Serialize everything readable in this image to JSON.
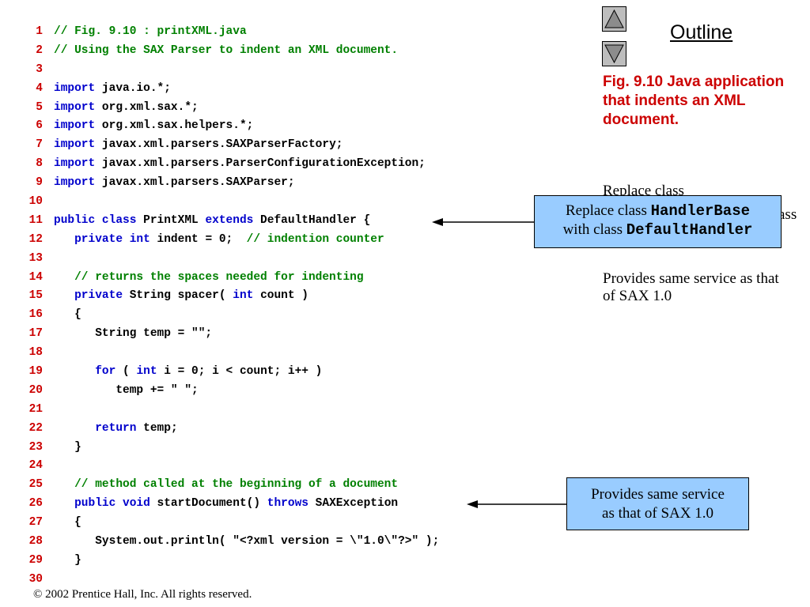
{
  "outline_label": "Outline",
  "caption": "Fig. 9.10  Java application that indents an XML document.",
  "notes": {
    "replace": "Replace class HandlerBase with class DefaultHandler",
    "replace_cut_top": "Replace class",
    "replace_cut_right": "ass",
    "service": "Provides same service as that of SAX 1.0"
  },
  "callouts": {
    "replace": {
      "pre": "Replace class ",
      "code1": "HandlerBase",
      "mid": "with class ",
      "code2": "DefaultHandler"
    },
    "service": {
      "line1": "Provides same service",
      "line2": "as that of SAX 1.0"
    }
  },
  "footer": "© 2002 Prentice Hall, Inc.  All rights reserved.",
  "code_lines": [
    [
      {
        "t": "// Fig. 9.10 : printXML.java",
        "c": "cm"
      }
    ],
    [
      {
        "t": "// Using the SAX Parser to indent an XML document.",
        "c": "cm"
      }
    ],
    [],
    [
      {
        "t": "import",
        "c": "kw"
      },
      {
        "t": " java.io.*;"
      }
    ],
    [
      {
        "t": "import",
        "c": "kw"
      },
      {
        "t": " org.xml.sax.*;"
      }
    ],
    [
      {
        "t": "import",
        "c": "kw"
      },
      {
        "t": " org.xml.sax.helpers.*;"
      }
    ],
    [
      {
        "t": "import",
        "c": "kw"
      },
      {
        "t": " javax.xml.parsers.SAXParserFactory;"
      }
    ],
    [
      {
        "t": "import",
        "c": "kw"
      },
      {
        "t": " javax.xml.parsers.ParserConfigurationException;"
      }
    ],
    [
      {
        "t": "import",
        "c": "kw"
      },
      {
        "t": " javax.xml.parsers.SAXParser;"
      }
    ],
    [],
    [
      {
        "t": "public class",
        "c": "kw"
      },
      {
        "t": " PrintXML "
      },
      {
        "t": "extends",
        "c": "kw"
      },
      {
        "t": " DefaultHandler {"
      }
    ],
    [
      {
        "t": "   "
      },
      {
        "t": "private int",
        "c": "kw"
      },
      {
        "t": " indent = 0;  "
      },
      {
        "t": "// indention counter",
        "c": "cm"
      }
    ],
    [],
    [
      {
        "t": "   "
      },
      {
        "t": "// returns the spaces needed for indenting",
        "c": "cm"
      }
    ],
    [
      {
        "t": "   "
      },
      {
        "t": "private",
        "c": "kw"
      },
      {
        "t": " String spacer( "
      },
      {
        "t": "int",
        "c": "kw"
      },
      {
        "t": " count )"
      }
    ],
    [
      {
        "t": "   {"
      }
    ],
    [
      {
        "t": "      String temp = \"\";"
      }
    ],
    [],
    [
      {
        "t": "      "
      },
      {
        "t": "for",
        "c": "kw"
      },
      {
        "t": " ( "
      },
      {
        "t": "int",
        "c": "kw"
      },
      {
        "t": " i = 0; i < count; i++ )"
      }
    ],
    [
      {
        "t": "         temp += \" \";"
      }
    ],
    [],
    [
      {
        "t": "      "
      },
      {
        "t": "return",
        "c": "kw"
      },
      {
        "t": " temp;"
      }
    ],
    [
      {
        "t": "   }"
      }
    ],
    [],
    [
      {
        "t": "   "
      },
      {
        "t": "// method called at the beginning of a document",
        "c": "cm"
      }
    ],
    [
      {
        "t": "   "
      },
      {
        "t": "public void",
        "c": "kw"
      },
      {
        "t": " startDocument() "
      },
      {
        "t": "throws",
        "c": "kw"
      },
      {
        "t": " SAXException"
      }
    ],
    [
      {
        "t": "   {"
      }
    ],
    [
      {
        "t": "      System.out.println( \"<?xml version = \\\"1.0\\\"?>\" );"
      }
    ],
    [
      {
        "t": "   }"
      }
    ],
    []
  ]
}
